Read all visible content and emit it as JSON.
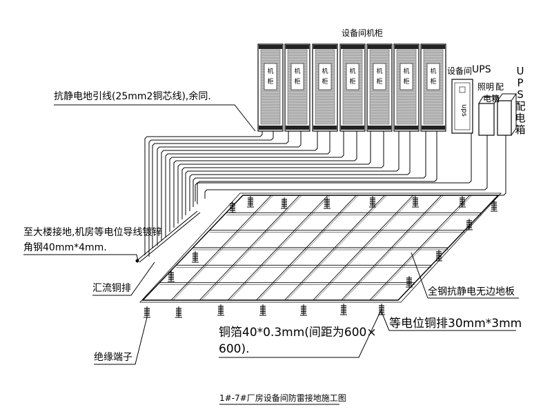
{
  "labels": {
    "cabinet_title": "设备间机柜",
    "cabinet_char_top": "机",
    "cabinet_char_bottom": "柜",
    "antistatic_lead": "抗静电地引线(25mm2铜芯线),余同.",
    "equipment_room_ups_a": "设备间",
    "equipment_room_ups_b": "UPS",
    "ups_box": "ups",
    "lighting_box_a": "照明",
    "lighting_box_b": "电箱",
    "ups_dist": "配",
    "ups_dist_vertical": [
      "U",
      "P",
      "S",
      "配",
      "电",
      "箱"
    ],
    "building_ground_line1": "至大楼接地,机房等电位导线镀锌",
    "building_ground_line2": "角钢40mm*4mm.",
    "busbar": "汇流铜排",
    "floor": "全钢抗静电无边地板",
    "equipotential_bar": "等电位铜排30mm*3mm",
    "copper_foil_line1": "铜箔40*0.3mm(间距为600×",
    "copper_foil_line2": "600).",
    "insulator": "绝缘端子",
    "drawing_title": "1#-7#厂房设备间防雷接地施工图"
  }
}
